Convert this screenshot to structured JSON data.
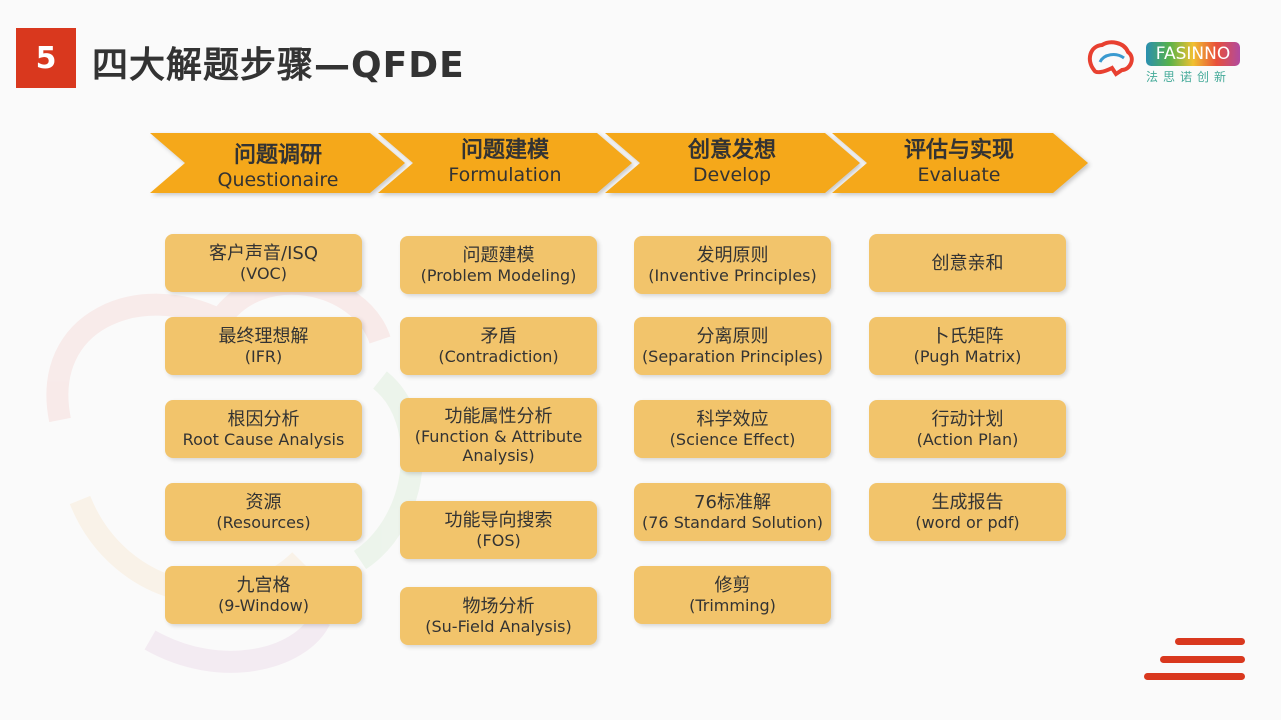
{
  "slide": {
    "number": "5",
    "title": "四大解题步骤—QFDE"
  },
  "logo": {
    "brand": "FASINNO",
    "tagline": "法思诺创新"
  },
  "colors": {
    "accent": "#d9381e",
    "arrow": "#f5a81a",
    "box": "#f2c46b"
  },
  "steps": [
    {
      "cn": "问题调研",
      "en": "Questionaire"
    },
    {
      "cn": "问题建模",
      "en": "Formulation"
    },
    {
      "cn": "创意发想",
      "en": "Develop"
    },
    {
      "cn": "评估与实现",
      "en": "Evaluate"
    }
  ],
  "columns": [
    [
      {
        "l1": "客户声音/ISQ",
        "l2": "(VOC)"
      },
      {
        "l1": "最终理想解",
        "l2": "(IFR)"
      },
      {
        "l1": "根因分析",
        "l2": "Root Cause Analysis"
      },
      {
        "l1": "资源",
        "l2": "(Resources)"
      },
      {
        "l1": "九宫格",
        "l2": "(9-Window)"
      }
    ],
    [
      {
        "l1": "问题建模",
        "l2": "(Problem Modeling)"
      },
      {
        "l1": "矛盾",
        "l2": "(Contradiction)"
      },
      {
        "l1": "功能属性分析",
        "l2": "(Function & Attribute Analysis)"
      },
      {
        "l1": "功能导向搜索",
        "l2": "(FOS)"
      },
      {
        "l1": "物场分析",
        "l2": "(Su-Field Analysis)"
      }
    ],
    [
      {
        "l1": "发明原则",
        "l2": "(Inventive Principles)"
      },
      {
        "l1": "分离原则",
        "l2": "(Separation Principles)"
      },
      {
        "l1": "科学效应",
        "l2": "(Science Effect)"
      },
      {
        "l1": "76标准解",
        "l2": "(76 Standard Solution)"
      },
      {
        "l1": "修剪",
        "l2": "(Trimming)"
      }
    ],
    [
      {
        "l1": "创意亲和",
        "l2": ""
      },
      {
        "l1": "卜氏矩阵",
        "l2": "(Pugh Matrix)"
      },
      {
        "l1": "行动计划",
        "l2": "(Action Plan)"
      },
      {
        "l1": "生成报告",
        "l2": "(word or pdf)"
      }
    ]
  ]
}
